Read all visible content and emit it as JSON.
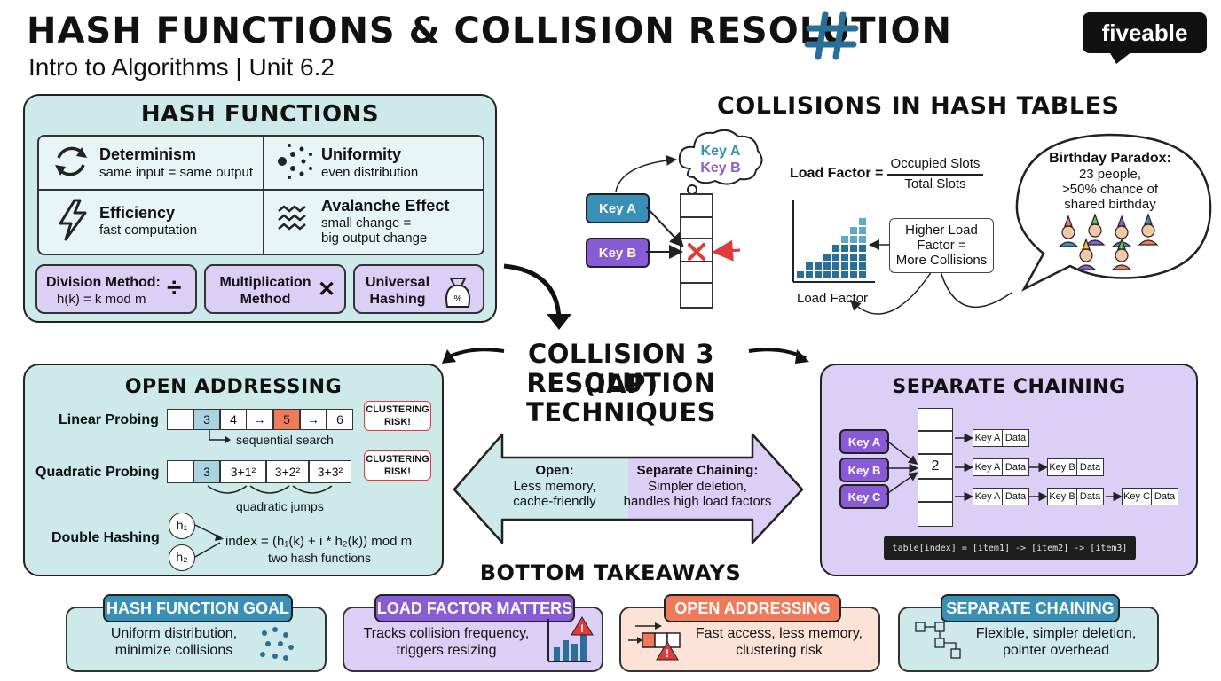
{
  "header": {
    "title": "HASH FUNCTIONS & COLLISION RESOLUTION",
    "subtitle": "Intro to Algorithms | Unit 6.2",
    "logo": "fiveable",
    "title_icon": "hash-icon"
  },
  "hash_functions": {
    "title": "HASH FUNCTIONS",
    "properties": [
      {
        "name": "Determinism",
        "desc": "same input = same output",
        "icon": "refresh-icon"
      },
      {
        "name": "Uniformity",
        "desc": "even distribution",
        "icon": "scatter-icon"
      },
      {
        "name": "Efficiency",
        "desc": "fast computation",
        "icon": "lightning-icon"
      },
      {
        "name": "Avalanche Effect",
        "desc1": "small change =",
        "desc2": "big output change",
        "icon": "wave-icon"
      }
    ],
    "methods": [
      {
        "name": "Division Method:",
        "detail": "h(k) = k mod m",
        "symbol": "÷"
      },
      {
        "name1": "Multiplication",
        "name2": "Method",
        "symbol": "✕"
      },
      {
        "name1": "Universal",
        "name2": "Hashing",
        "symbol": "bag-icon"
      }
    ]
  },
  "collisions": {
    "title": "COLLISIONS IN HASH TABLES",
    "cloud_a": "Key A",
    "cloud_b": "Key B",
    "key_a": "Key A",
    "key_b": "Key B",
    "load_factor_label": "Load Factor =",
    "numerator": "Occupied Slots",
    "denominator": "Total Slots",
    "chart_label": "Load Factor",
    "higher_1": "Higher Load",
    "higher_2": "Factor =",
    "higher_3": "More Collisions",
    "birthday_1": "Birthday Paradox:",
    "birthday_2": "23 people,",
    "birthday_3": ">50% chance of",
    "birthday_4": "shared birthday",
    "colors": {
      "key_a": "#3a8fb7",
      "key_b": "#8a5bd6",
      "collision": "#e03a3a"
    }
  },
  "center": {
    "line1": "COLLISION 3 (IAP)",
    "line2": "RESOLUTION",
    "line3": "TECHNIQUES",
    "open_title": "Open:",
    "open_1": "Less memory,",
    "open_2": "cache-friendly",
    "sep_title": "Separate Chaining:",
    "sep_1": "Simpler deletion,",
    "sep_2": "handles high load factors"
  },
  "open_addressing": {
    "title": "OPEN ADDRESSING",
    "linear": {
      "label": "Linear Probing",
      "cells": [
        "",
        "3",
        "4",
        "5",
        "6"
      ],
      "note": "sequential search",
      "risk": "CLUSTERING RISK!"
    },
    "quadratic": {
      "label": "Quadratic Probing",
      "cells": [
        "",
        "3",
        "3+1²",
        "3+2²",
        "3+3²"
      ],
      "note": "quadratic jumps",
      "risk": "CLUSTERING RISK!"
    },
    "double": {
      "label": "Double Hashing",
      "h1": "h₁",
      "h2": "h₂",
      "formula": "index = (h₁(k) + i * h₂(k)) mod m",
      "note": "two hash functions"
    }
  },
  "separate_chaining": {
    "title": "SEPARATE CHAINING",
    "keys": [
      "Key A",
      "Key B",
      "Key C"
    ],
    "slot_value": "2",
    "node_key_a": "Key A",
    "node_key_b": "Key B",
    "node_key_c": "Key C",
    "node_data": "Data",
    "code": "table[index] = [item1] -> [item2] -> [item3]"
  },
  "takeaways": {
    "title": "BOTTOM TAKEAWAYS",
    "items": [
      {
        "tag": "HASH FUNCTION GOAL",
        "line1": "Uniform distribution,",
        "line2": "minimize collisions",
        "color": "#3a8fb7"
      },
      {
        "tag": "LOAD FACTOR MATTERS",
        "line1": "Tracks collision frequency,",
        "line2": "triggers resizing",
        "color": "#8a5bd6"
      },
      {
        "tag": "OPEN ADDRESSING",
        "line1": "Fast access, less memory,",
        "line2": "clustering risk",
        "color": "#f07a5a"
      },
      {
        "tag": "SEPARATE CHAINING",
        "line1": "Flexible, simpler deletion,",
        "line2": "pointer overhead",
        "color": "#3a8fb7"
      }
    ]
  }
}
